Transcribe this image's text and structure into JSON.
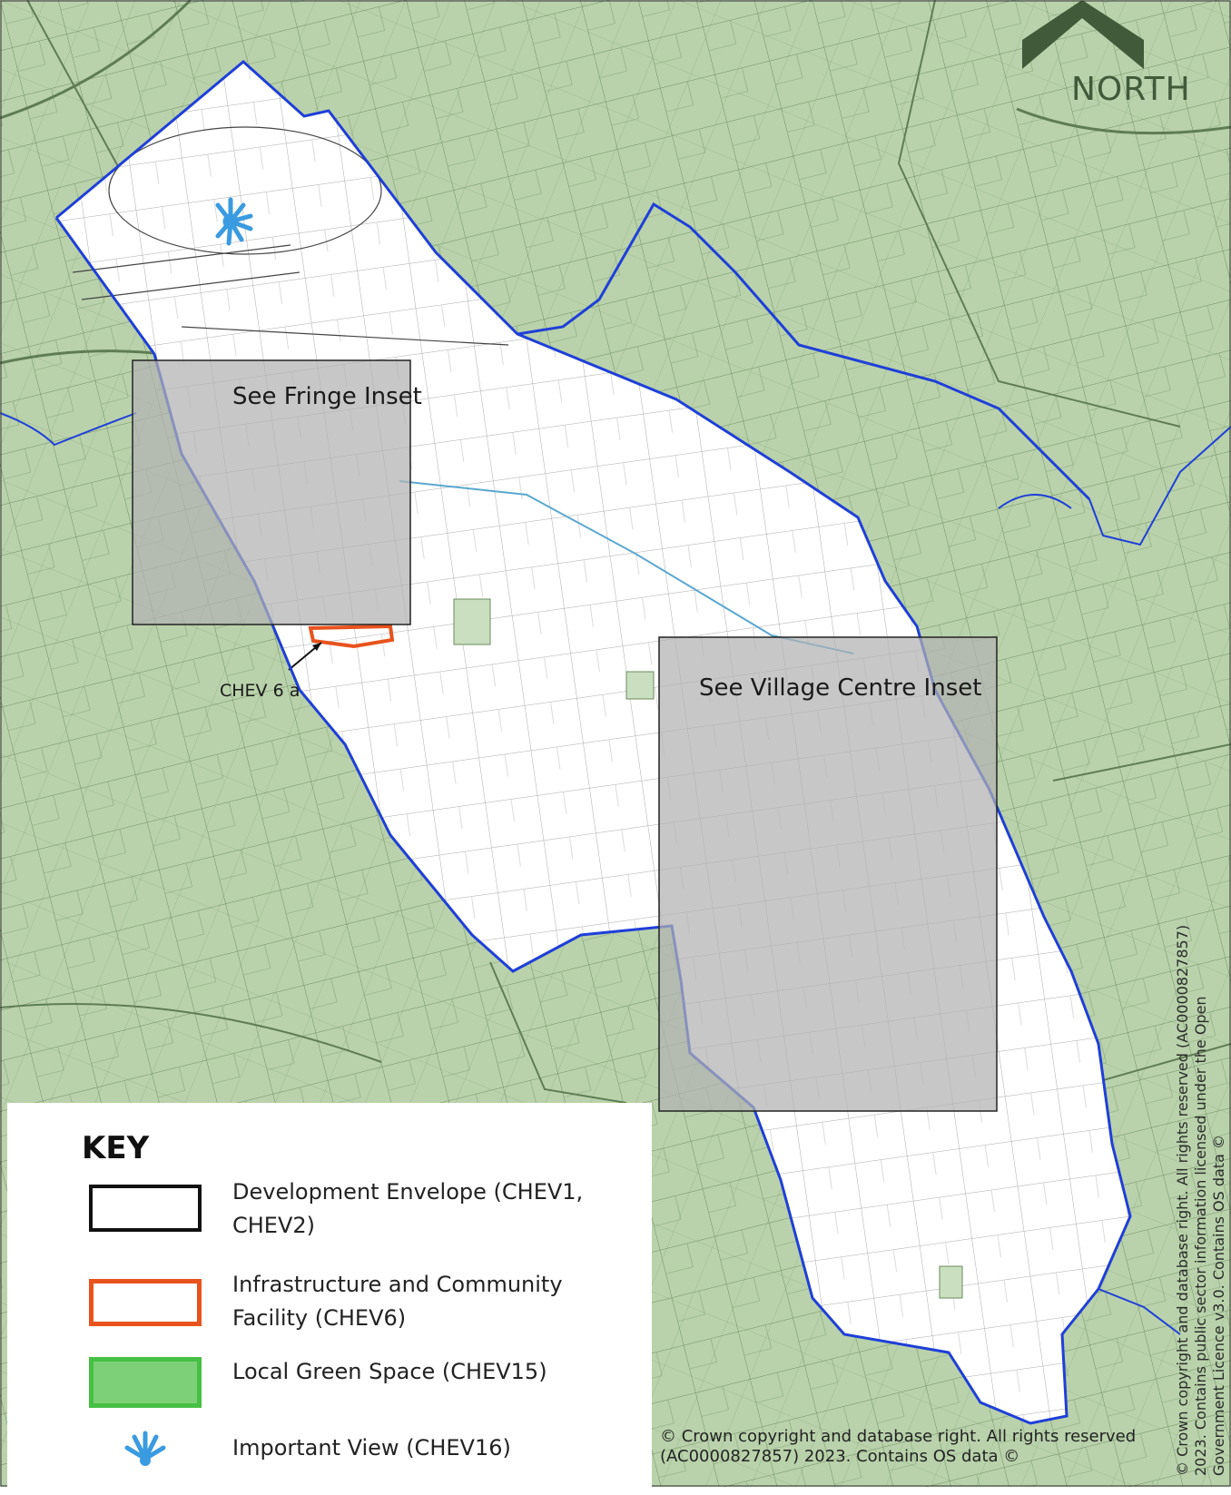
{
  "map": {
    "north_label": "NORTH",
    "insets": [
      {
        "label": "See Fringe Inset"
      },
      {
        "label": "See Village Centre Inset"
      }
    ],
    "annotation": "CHEV 6 a",
    "colors": {
      "background_fill": "#b9d2ab",
      "envelope_fill": "#ffffff",
      "boundary": "#1f3fd8",
      "inset_overlay": "#b2b2b2",
      "infrastructure_outline": "#e8531d",
      "green_space_fill": "#7dd078",
      "view_marker": "#3a9be0",
      "north_arrow": "#405a3a"
    }
  },
  "key": {
    "title": "KEY",
    "items": [
      {
        "label": "Development Envelope (CHEV1, CHEV2)",
        "icon": "black-outline-box"
      },
      {
        "label": "Infrastructure and Community Facility (CHEV6)",
        "icon": "orange-outline-box"
      },
      {
        "label": "Local Green Space (CHEV15)",
        "icon": "green-filled-box"
      },
      {
        "label": "Important View (CHEV16)",
        "icon": "blue-fan-icon"
      }
    ]
  },
  "copyright": {
    "bottom": "© Crown copyright and database right. All rights reserved (AC0000827857) 2023. Contains OS data ©",
    "side": "© Crown copyright and database right. All rights reserved (AC0000827857) 2023. Contains public sector information licensed under the Open Government Licence v3.0. Contains OS data ©"
  }
}
